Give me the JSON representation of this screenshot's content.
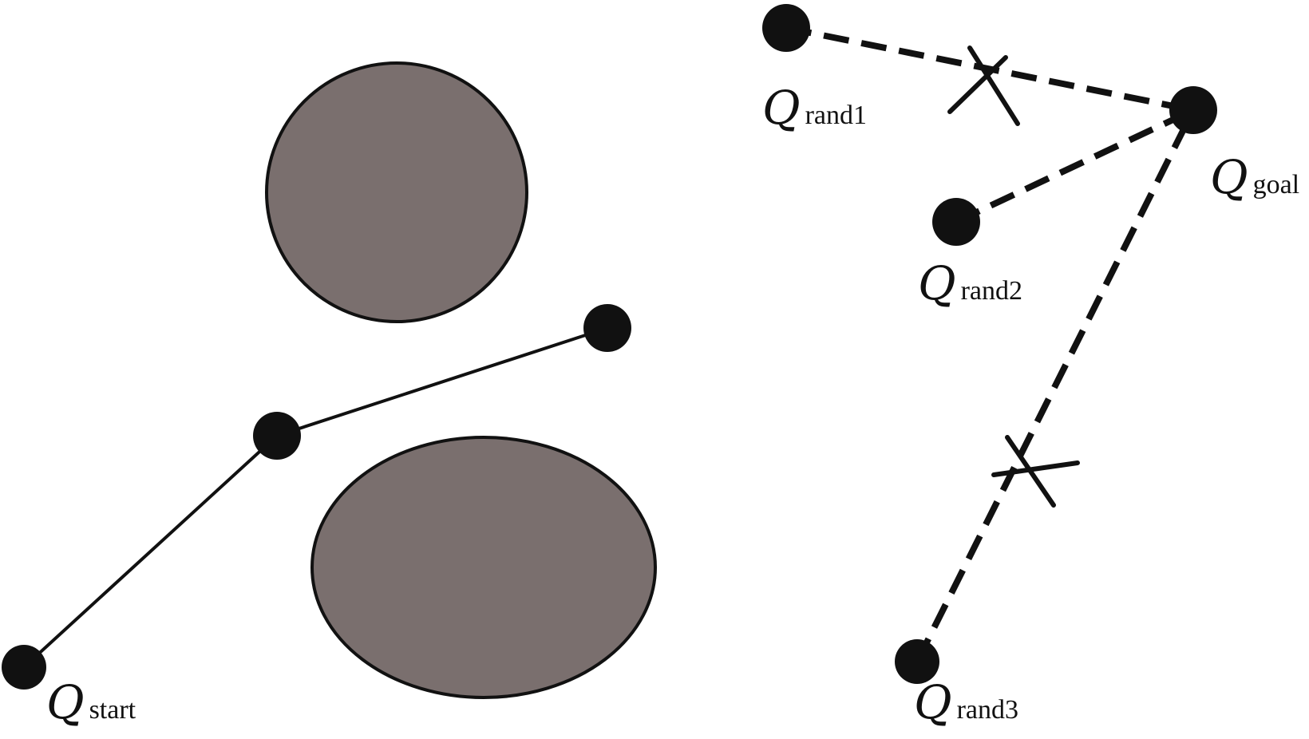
{
  "colors": {
    "obstacle_fill": "#7a6f6e",
    "stroke": "#111111",
    "background": "#ffffff"
  },
  "labels": {
    "start": {
      "main": "Q",
      "sub": "start"
    },
    "goal": {
      "main": "Q",
      "sub": "goal"
    },
    "rand1": {
      "main": "Q",
      "sub": "rand1"
    },
    "rand2": {
      "main": "Q",
      "sub": "rand2"
    },
    "rand3": {
      "main": "Q",
      "sub": "rand3"
    }
  },
  "blocked_edges": [
    "rand1-goal",
    "rand3-goal"
  ],
  "free_edges": [
    "rand2-goal"
  ]
}
